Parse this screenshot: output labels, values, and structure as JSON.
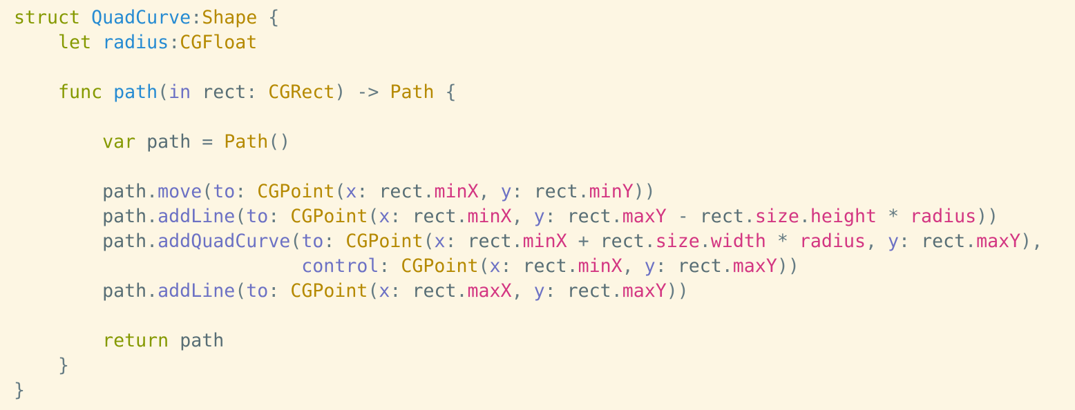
{
  "editor": {
    "background_color": "#fdf6e3",
    "token_colors": {
      "kw": "#859900",
      "typ": "#b58900",
      "decl": "#268bd2",
      "fn": "#6c71c4",
      "arg": "#6c71c4",
      "prop": "#d33682",
      "id": "#586e75",
      "pun": "#657b83",
      "sp": "#657b83"
    },
    "lines": [
      [
        [
          "kw",
          "struct"
        ],
        [
          "sp",
          " "
        ],
        [
          "decl",
          "QuadCurve"
        ],
        [
          "pun",
          ":"
        ],
        [
          "typ",
          "Shape"
        ],
        [
          "sp",
          " "
        ],
        [
          "pun",
          "{"
        ]
      ],
      [
        [
          "sp",
          "    "
        ],
        [
          "kw",
          "let"
        ],
        [
          "sp",
          " "
        ],
        [
          "decl",
          "radius"
        ],
        [
          "pun",
          ":"
        ],
        [
          "typ",
          "CGFloat"
        ]
      ],
      [],
      [
        [
          "sp",
          "    "
        ],
        [
          "kw",
          "func"
        ],
        [
          "sp",
          " "
        ],
        [
          "decl",
          "path"
        ],
        [
          "pun",
          "("
        ],
        [
          "fn",
          "in"
        ],
        [
          "sp",
          " "
        ],
        [
          "id",
          "rect"
        ],
        [
          "pun",
          ":"
        ],
        [
          "sp",
          " "
        ],
        [
          "typ",
          "CGRect"
        ],
        [
          "pun",
          ")"
        ],
        [
          "sp",
          " "
        ],
        [
          "pun",
          "->"
        ],
        [
          "sp",
          " "
        ],
        [
          "typ",
          "Path"
        ],
        [
          "sp",
          " "
        ],
        [
          "pun",
          "{"
        ]
      ],
      [],
      [
        [
          "sp",
          "        "
        ],
        [
          "kw",
          "var"
        ],
        [
          "sp",
          " "
        ],
        [
          "id",
          "path"
        ],
        [
          "sp",
          " "
        ],
        [
          "pun",
          "="
        ],
        [
          "sp",
          " "
        ],
        [
          "typ",
          "Path"
        ],
        [
          "pun",
          "()"
        ]
      ],
      [],
      [
        [
          "sp",
          "        "
        ],
        [
          "id",
          "path"
        ],
        [
          "pun",
          "."
        ],
        [
          "fn",
          "move"
        ],
        [
          "pun",
          "("
        ],
        [
          "arg",
          "to"
        ],
        [
          "pun",
          ":"
        ],
        [
          "sp",
          " "
        ],
        [
          "typ",
          "CGPoint"
        ],
        [
          "pun",
          "("
        ],
        [
          "arg",
          "x"
        ],
        [
          "pun",
          ":"
        ],
        [
          "sp",
          " "
        ],
        [
          "id",
          "rect"
        ],
        [
          "pun",
          "."
        ],
        [
          "prop",
          "minX"
        ],
        [
          "pun",
          ","
        ],
        [
          "sp",
          " "
        ],
        [
          "arg",
          "y"
        ],
        [
          "pun",
          ":"
        ],
        [
          "sp",
          " "
        ],
        [
          "id",
          "rect"
        ],
        [
          "pun",
          "."
        ],
        [
          "prop",
          "minY"
        ],
        [
          "pun",
          "))"
        ]
      ],
      [
        [
          "sp",
          "        "
        ],
        [
          "id",
          "path"
        ],
        [
          "pun",
          "."
        ],
        [
          "fn",
          "addLine"
        ],
        [
          "pun",
          "("
        ],
        [
          "arg",
          "to"
        ],
        [
          "pun",
          ":"
        ],
        [
          "sp",
          " "
        ],
        [
          "typ",
          "CGPoint"
        ],
        [
          "pun",
          "("
        ],
        [
          "arg",
          "x"
        ],
        [
          "pun",
          ":"
        ],
        [
          "sp",
          " "
        ],
        [
          "id",
          "rect"
        ],
        [
          "pun",
          "."
        ],
        [
          "prop",
          "minX"
        ],
        [
          "pun",
          ","
        ],
        [
          "sp",
          " "
        ],
        [
          "arg",
          "y"
        ],
        [
          "pun",
          ":"
        ],
        [
          "sp",
          " "
        ],
        [
          "id",
          "rect"
        ],
        [
          "pun",
          "."
        ],
        [
          "prop",
          "maxY"
        ],
        [
          "sp",
          " "
        ],
        [
          "pun",
          "-"
        ],
        [
          "sp",
          " "
        ],
        [
          "id",
          "rect"
        ],
        [
          "pun",
          "."
        ],
        [
          "prop",
          "size"
        ],
        [
          "pun",
          "."
        ],
        [
          "prop",
          "height"
        ],
        [
          "sp",
          " "
        ],
        [
          "pun",
          "*"
        ],
        [
          "sp",
          " "
        ],
        [
          "prop",
          "radius"
        ],
        [
          "pun",
          "))"
        ]
      ],
      [
        [
          "sp",
          "        "
        ],
        [
          "id",
          "path"
        ],
        [
          "pun",
          "."
        ],
        [
          "fn",
          "addQuadCurve"
        ],
        [
          "pun",
          "("
        ],
        [
          "arg",
          "to"
        ],
        [
          "pun",
          ":"
        ],
        [
          "sp",
          " "
        ],
        [
          "typ",
          "CGPoint"
        ],
        [
          "pun",
          "("
        ],
        [
          "arg",
          "x"
        ],
        [
          "pun",
          ":"
        ],
        [
          "sp",
          " "
        ],
        [
          "id",
          "rect"
        ],
        [
          "pun",
          "."
        ],
        [
          "prop",
          "minX"
        ],
        [
          "sp",
          " "
        ],
        [
          "pun",
          "+"
        ],
        [
          "sp",
          " "
        ],
        [
          "id",
          "rect"
        ],
        [
          "pun",
          "."
        ],
        [
          "prop",
          "size"
        ],
        [
          "pun",
          "."
        ],
        [
          "prop",
          "width"
        ],
        [
          "sp",
          " "
        ],
        [
          "pun",
          "*"
        ],
        [
          "sp",
          " "
        ],
        [
          "prop",
          "radius"
        ],
        [
          "pun",
          ","
        ],
        [
          "sp",
          " "
        ],
        [
          "arg",
          "y"
        ],
        [
          "pun",
          ":"
        ],
        [
          "sp",
          " "
        ],
        [
          "id",
          "rect"
        ],
        [
          "pun",
          "."
        ],
        [
          "prop",
          "maxY"
        ],
        [
          "pun",
          "),"
        ]
      ],
      [
        [
          "sp",
          "                          "
        ],
        [
          "arg",
          "control"
        ],
        [
          "pun",
          ":"
        ],
        [
          "sp",
          " "
        ],
        [
          "typ",
          "CGPoint"
        ],
        [
          "pun",
          "("
        ],
        [
          "arg",
          "x"
        ],
        [
          "pun",
          ":"
        ],
        [
          "sp",
          " "
        ],
        [
          "id",
          "rect"
        ],
        [
          "pun",
          "."
        ],
        [
          "prop",
          "minX"
        ],
        [
          "pun",
          ","
        ],
        [
          "sp",
          " "
        ],
        [
          "arg",
          "y"
        ],
        [
          "pun",
          ":"
        ],
        [
          "sp",
          " "
        ],
        [
          "id",
          "rect"
        ],
        [
          "pun",
          "."
        ],
        [
          "prop",
          "maxY"
        ],
        [
          "pun",
          "))"
        ]
      ],
      [
        [
          "sp",
          "        "
        ],
        [
          "id",
          "path"
        ],
        [
          "pun",
          "."
        ],
        [
          "fn",
          "addLine"
        ],
        [
          "pun",
          "("
        ],
        [
          "arg",
          "to"
        ],
        [
          "pun",
          ":"
        ],
        [
          "sp",
          " "
        ],
        [
          "typ",
          "CGPoint"
        ],
        [
          "pun",
          "("
        ],
        [
          "arg",
          "x"
        ],
        [
          "pun",
          ":"
        ],
        [
          "sp",
          " "
        ],
        [
          "id",
          "rect"
        ],
        [
          "pun",
          "."
        ],
        [
          "prop",
          "maxX"
        ],
        [
          "pun",
          ","
        ],
        [
          "sp",
          " "
        ],
        [
          "arg",
          "y"
        ],
        [
          "pun",
          ":"
        ],
        [
          "sp",
          " "
        ],
        [
          "id",
          "rect"
        ],
        [
          "pun",
          "."
        ],
        [
          "prop",
          "maxY"
        ],
        [
          "pun",
          "))"
        ]
      ],
      [],
      [
        [
          "sp",
          "        "
        ],
        [
          "kw",
          "return"
        ],
        [
          "sp",
          " "
        ],
        [
          "id",
          "path"
        ]
      ],
      [
        [
          "sp",
          "    "
        ],
        [
          "pun",
          "}"
        ]
      ],
      [
        [
          "pun",
          "}"
        ]
      ]
    ]
  }
}
